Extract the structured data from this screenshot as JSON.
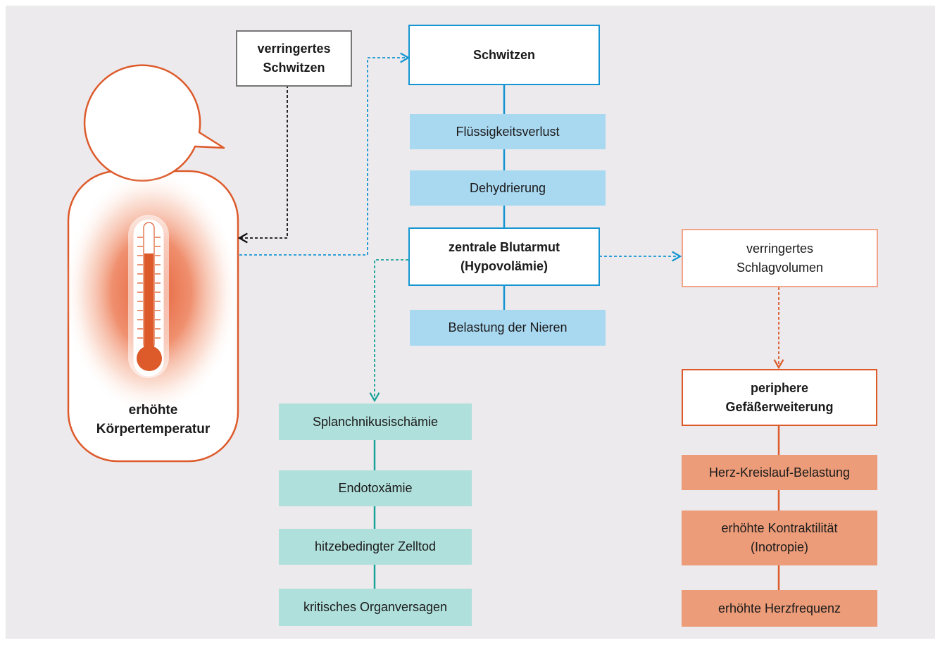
{
  "person": {
    "label": "erhöhte\nKörpertemperatur"
  },
  "boxes": {
    "reduced_sweating": "verringertes\nSchwitzen",
    "sweating": "Schwitzen",
    "fluid_loss": "Flüssigkeitsverlust",
    "dehydration": "Dehydrierung",
    "hypovolemia": "zentrale Blutarmut\n(Hypovolämie)",
    "kidney_strain": "Belastung der Nieren",
    "reduced_stroke_volume": "verringertes\nSchlagvolumen",
    "vasodilation": "periphere\nGefäßerweiterung",
    "cardio_strain": "Herz-Kreislauf-Belastung",
    "contractility": "erhöhte Kontraktilität\n(Inotropie)",
    "heart_rate": "erhöhte Herzfrequenz",
    "splanchnic_ischemia": "Splanchnikusischämie",
    "endotoxemia": "Endotoxämie",
    "cell_death": "hitzebedingter Zelltod",
    "organ_failure": "kritisches Organversagen"
  },
  "colors": {
    "background": "#eceaec",
    "blue_accent": "#1596d2",
    "blue_fill": "#a9d8f1",
    "teal_accent": "#1aa39a",
    "teal_fill": "#b0e0dc",
    "orange_accent": "#dd5a2b",
    "orange_fill": "#ec9c79",
    "salmon_border": "#f2a48a",
    "gray_border": "#777777"
  }
}
